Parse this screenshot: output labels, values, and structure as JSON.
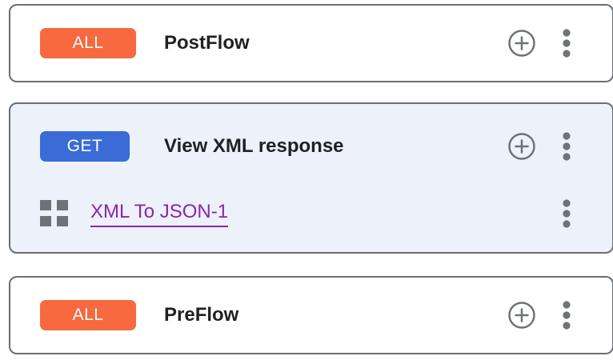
{
  "colors": {
    "all_badge": "#F8693F",
    "get_badge": "#3A6BD6",
    "selected_card_bg": "#ECF1FA",
    "card_border": "#6A6E73",
    "link": "#8A27AC",
    "icon": "#6E7377",
    "title_text": "#202124",
    "badge_text": "#FFFFFF"
  },
  "flows": [
    {
      "id": "postflow",
      "badge": "ALL",
      "title": "PostFlow"
    },
    {
      "id": "view-xml-response",
      "badge": "GET",
      "title": "View XML response",
      "selected": true,
      "policies": [
        {
          "name": "XML To JSON-1"
        }
      ]
    },
    {
      "id": "preflow",
      "badge": "ALL",
      "title": "PreFlow"
    }
  ],
  "icons": {
    "add": "plus-circle-icon",
    "more": "kebab-menu-icon",
    "policy": "grid-icon"
  }
}
